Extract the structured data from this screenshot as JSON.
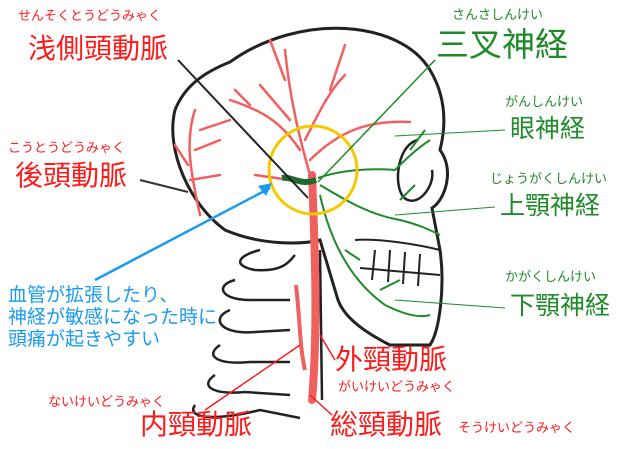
{
  "labels": {
    "superficial_temporal": {
      "reading": "せんそくとうどうみゃく",
      "name": "浅側頭動脈"
    },
    "occipital": {
      "reading": "こうとうどうみゃく",
      "name": "後頭動脈"
    },
    "trigeminal": {
      "reading": "さんさしんけい",
      "name": "三叉神経"
    },
    "ophthalmic": {
      "reading": "がんしんけい",
      "name": "眼神経"
    },
    "maxillary": {
      "reading": "じょうがくしんけい",
      "name": "上顎神経"
    },
    "mandibular": {
      "reading": "かがくしんけい",
      "name": "下顎神経"
    },
    "external_carotid": {
      "reading": "がいけいどうみゃく",
      "name": "外頸動脈"
    },
    "internal_carotid": {
      "reading": "ないけいどうみゃく",
      "name": "内頸動脈"
    },
    "common_carotid": {
      "reading": "そうけいどうみゃく",
      "name": "総頸動脈"
    }
  },
  "note": {
    "lines": [
      "血管が拡張したり、",
      "神経が敏感になった時に",
      "頭痛が起きやすい"
    ]
  },
  "colors": {
    "artery_text": "#ff1a1a",
    "artery_line": "#f0605e",
    "nerve": "#1e8a28",
    "note": "#1a9af0",
    "highlight_circle": "#f5c800",
    "outline": "#222222"
  }
}
